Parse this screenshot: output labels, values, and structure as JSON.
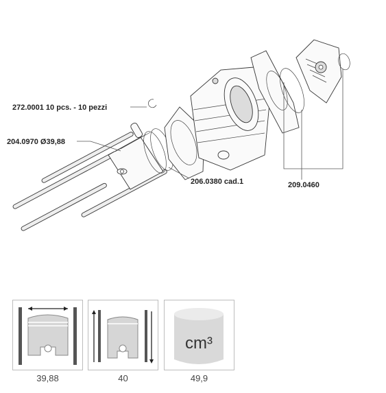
{
  "labels": {
    "circlip": "272.0001  10 pcs. - 10 pezzi",
    "piston": "204.0970 Ø39,88",
    "base_gasket": "206.0380 cad.1",
    "head_gasket": "209.0460"
  },
  "specs": [
    {
      "value": "39,88",
      "icon": "piston-diameter-icon"
    },
    {
      "value": "40",
      "icon": "piston-stroke-icon"
    },
    {
      "value": "49,9",
      "icon": "displacement-cylinder-icon",
      "unit": "cm³"
    }
  ]
}
